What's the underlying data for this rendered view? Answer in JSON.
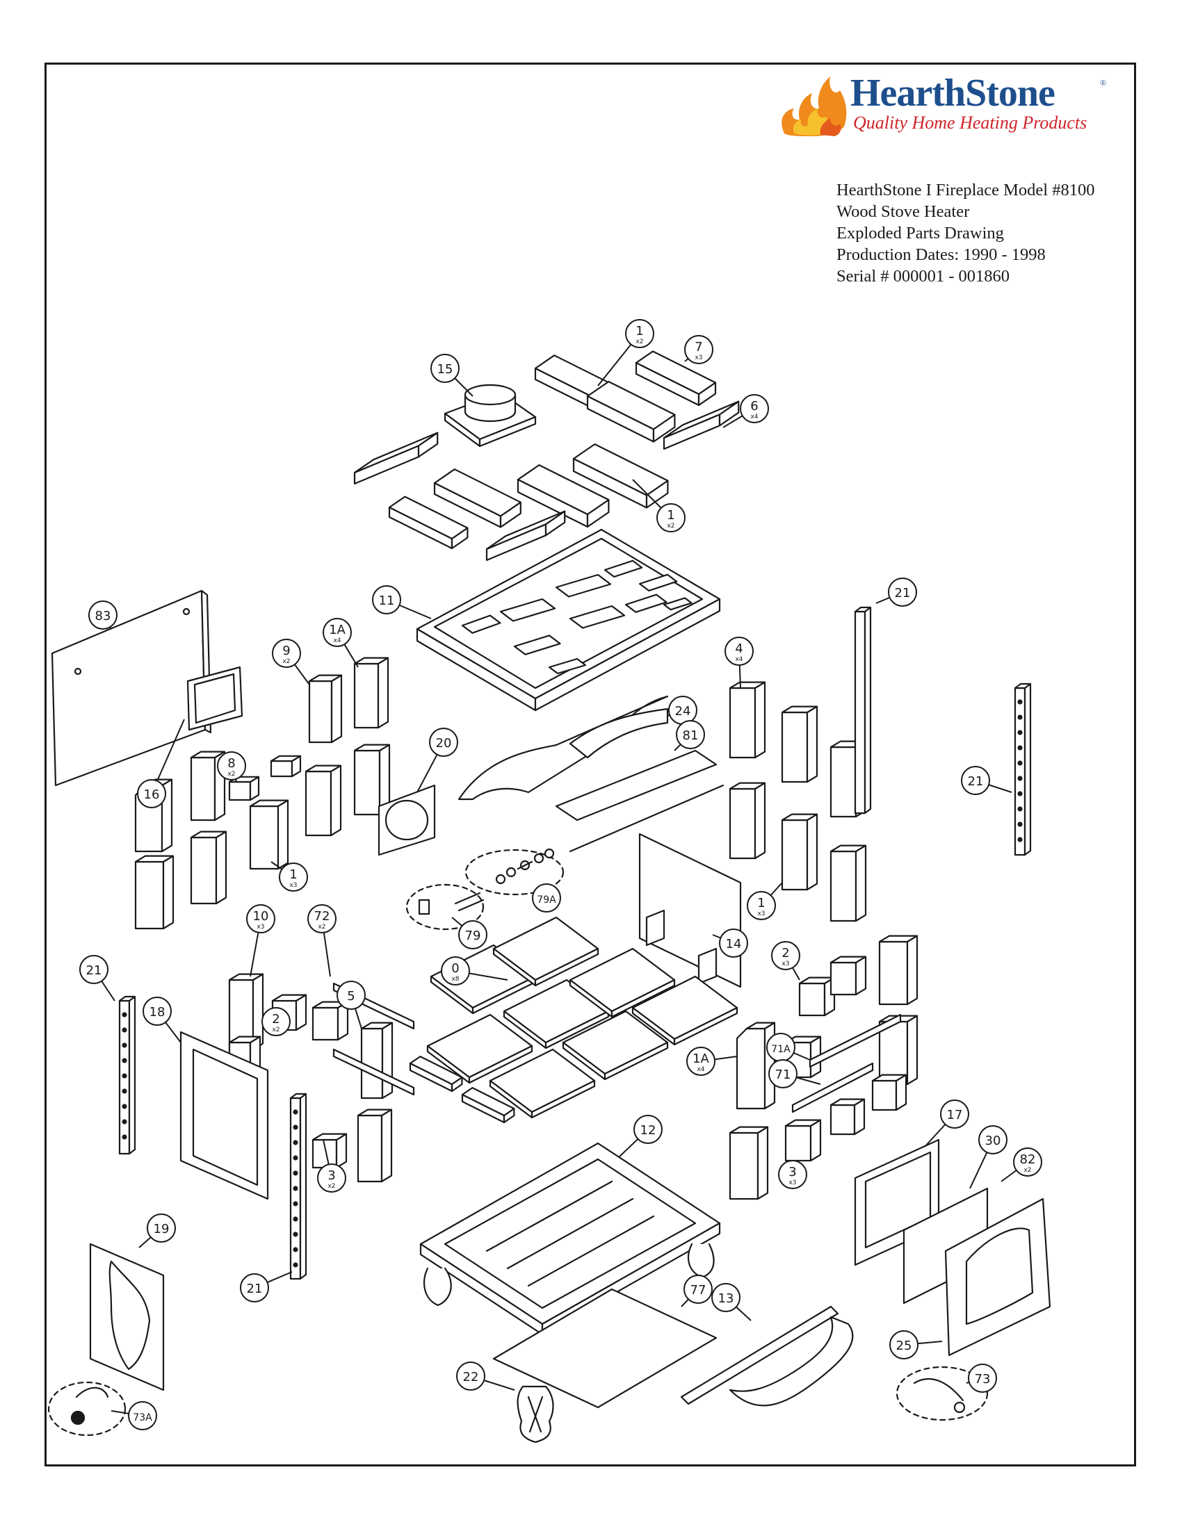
{
  "brand": {
    "name": "HearthStone",
    "tagline": "Quality Home Heating Products",
    "registered_mark": "®",
    "colors": {
      "brand_blue": "#1d4f8c",
      "tagline_red": "#d2232a",
      "flame_orange": "#f08a1c",
      "flame_yellow": "#f7c12e"
    }
  },
  "info": {
    "line1": "HearthStone I Fireplace Model #8100",
    "line2": "Wood Stove Heater",
    "line3": "Exploded Parts Drawing",
    "line4": "Production Dates: 1990 - 1998",
    "line5": "Serial # 000001 - 001860"
  },
  "callouts": [
    {
      "label": "1",
      "qty": "x2"
    },
    {
      "label": "7",
      "qty": "x3"
    },
    {
      "label": "6",
      "qty": "x4"
    },
    {
      "label": "15",
      "qty": ""
    },
    {
      "label": "1",
      "qty": "x2"
    },
    {
      "label": "11",
      "qty": ""
    },
    {
      "label": "21",
      "qty": ""
    },
    {
      "label": "83",
      "qty": ""
    },
    {
      "label": "1A",
      "qty": "x4"
    },
    {
      "label": "9",
      "qty": "x2"
    },
    {
      "label": "4",
      "qty": "x4"
    },
    {
      "label": "16",
      "qty": ""
    },
    {
      "label": "8",
      "qty": "x2"
    },
    {
      "label": "20",
      "qty": ""
    },
    {
      "label": "24",
      "qty": ""
    },
    {
      "label": "81",
      "qty": ""
    },
    {
      "label": "21",
      "qty": ""
    },
    {
      "label": "1",
      "qty": "x3"
    },
    {
      "label": "79A",
      "qty": ""
    },
    {
      "label": "79",
      "qty": ""
    },
    {
      "label": "1",
      "qty": "x3"
    },
    {
      "label": "14",
      "qty": ""
    },
    {
      "label": "10",
      "qty": "x3"
    },
    {
      "label": "72",
      "qty": "x2"
    },
    {
      "label": "21",
      "qty": ""
    },
    {
      "label": "0",
      "qty": "x8"
    },
    {
      "label": "2",
      "qty": "x3"
    },
    {
      "label": "18",
      "qty": ""
    },
    {
      "label": "5",
      "qty": ""
    },
    {
      "label": "2",
      "qty": "x2"
    },
    {
      "label": "71A",
      "qty": ""
    },
    {
      "label": "1A",
      "qty": "x4"
    },
    {
      "label": "71",
      "qty": ""
    },
    {
      "label": "3",
      "qty": "x2"
    },
    {
      "label": "12",
      "qty": ""
    },
    {
      "label": "17",
      "qty": ""
    },
    {
      "label": "30",
      "qty": ""
    },
    {
      "label": "3",
      "qty": "x3"
    },
    {
      "label": "82",
      "qty": "x2"
    },
    {
      "label": "19",
      "qty": ""
    },
    {
      "label": "21",
      "qty": ""
    },
    {
      "label": "77",
      "qty": ""
    },
    {
      "label": "13",
      "qty": ""
    },
    {
      "label": "25",
      "qty": ""
    },
    {
      "label": "22",
      "qty": ""
    },
    {
      "label": "73A",
      "qty": ""
    },
    {
      "label": "73",
      "qty": ""
    }
  ]
}
